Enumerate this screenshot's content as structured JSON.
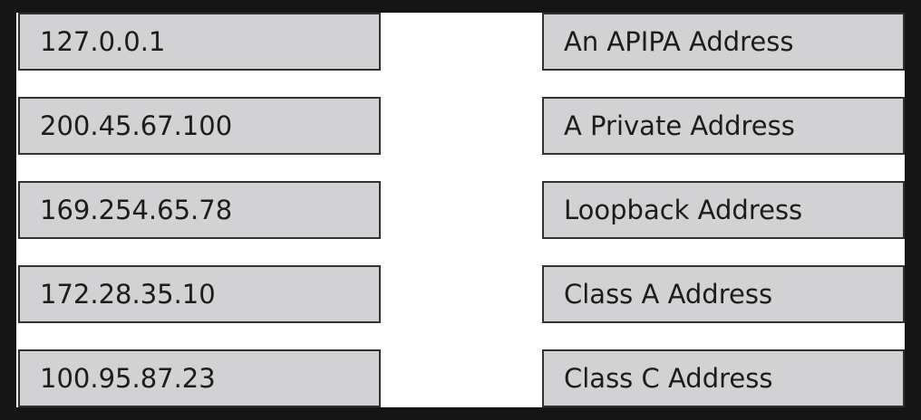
{
  "addresses": [
    "127.0.0.1",
    "200.45.67.100",
    "169.254.65.78",
    "172.28.35.10",
    "100.95.87.23"
  ],
  "address_types": [
    "An APIPA Address",
    "A Private Address",
    "Loopback Address",
    "Class A Address",
    "Class C Address"
  ],
  "colors": {
    "outer_background": "#151515",
    "panel_background": "#ffffff",
    "card_fill": "#d2d2d4",
    "card_border": "#323232",
    "text": "#1c1c1c"
  }
}
